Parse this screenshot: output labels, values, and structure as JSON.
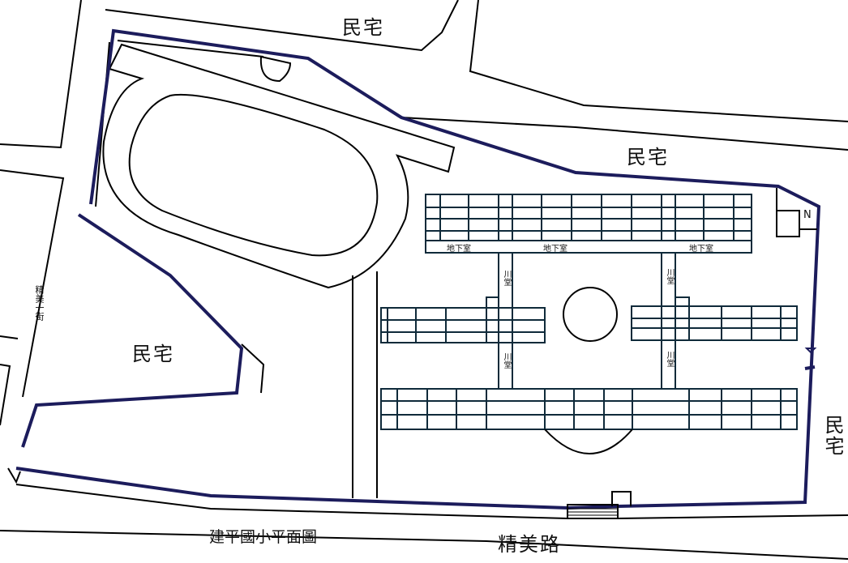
{
  "labels": {
    "residence_top": "民宅",
    "residence_upper_right": "民宅",
    "residence_left": "民宅",
    "residence_right": "民宅",
    "street_left": "精美一街",
    "street_bottom": "精美路",
    "title": "建平國小平面圖",
    "north": "N",
    "basement": [
      "地下室",
      "地下室",
      "地下室"
    ],
    "corridor": [
      "川堂",
      "川堂",
      "川堂",
      "川堂"
    ]
  },
  "colors": {
    "boundary": "#1c1c5c",
    "building": "#0f2a3a",
    "road": "#000000"
  }
}
